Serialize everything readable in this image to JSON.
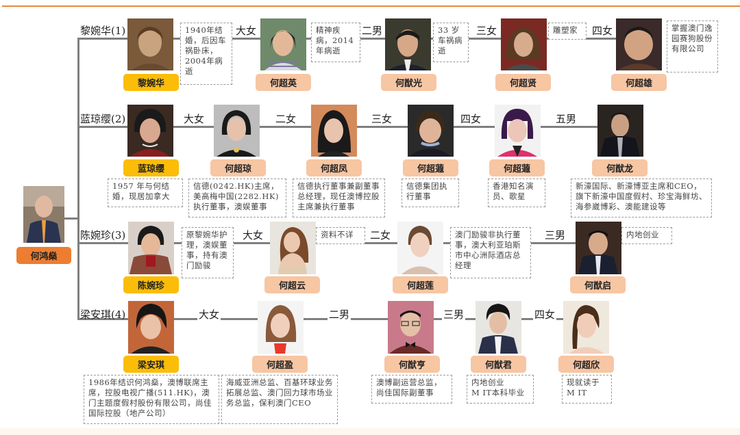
{
  "colors": {
    "accent_bar": "#e8883a",
    "root_tag": "#ed7d31",
    "wife_tag": "#fbbd08",
    "child_tag": "#f7c6a3",
    "connector": "#7f7f7f"
  },
  "root": {
    "name": "何鸿燊"
  },
  "branches": [
    {
      "label": "黎婉华(1)",
      "wife": {
        "name": "黎婉华",
        "note": "1940年结婚，后因车祸卧床，2004年病逝"
      },
      "children": [
        {
          "relation": "大女",
          "name": "何超英",
          "note": "精神疾病，2014年病逝"
        },
        {
          "relation": "二男",
          "name": "何猷光",
          "note": "33 岁车祸病逝"
        },
        {
          "relation": "三女",
          "name": "何超贤",
          "note": "雕塑家"
        },
        {
          "relation": "四女",
          "name": "何超雄",
          "note": "掌握澳门逸园赛狗股份有限公司"
        }
      ]
    },
    {
      "label": "蓝琼缨(2)",
      "wife": {
        "name": "蓝琼缨",
        "note": "1957 年与何结婚，现居加拿大"
      },
      "children": [
        {
          "relation": "大女",
          "name": "何超琼",
          "note": "信德(0242.HK)主席，美高梅中国(2282.HK)执行董事，澳娱董事"
        },
        {
          "relation": "二女",
          "name": "何超凤",
          "note": "信德执行董事兼副董事总经理，现任澳博控股主席兼执行董事"
        },
        {
          "relation": "三女",
          "name": "何超蕸",
          "note": "信德集团执行董事"
        },
        {
          "relation": "四女",
          "name": "何超蕸",
          "note": "香港知名演员、歌星"
        },
        {
          "relation": "五男",
          "name": "何猷龙",
          "note": "新濠国际、新濠博亚主席和CEO，旗下新濠中国度假村、珍宝海鲜坊、海参崴博彩、澳能建设等"
        }
      ]
    },
    {
      "label": "陈婉珍(3)",
      "wife": {
        "name": "陈婉珍",
        "note": "原黎婉华护理，澳娱董事，持有澳门励骏"
      },
      "children": [
        {
          "relation": "大女",
          "name": "何超云",
          "note": "资料不详"
        },
        {
          "relation": "二女",
          "name": "何超莲",
          "note": "澳门励骏非执行董事，澳大利亚珀斯市中心洲际酒店总经理"
        },
        {
          "relation": "三男",
          "name": "何猷启",
          "note": "内地创业"
        }
      ]
    },
    {
      "label": "梁安琪(4)",
      "wife": {
        "name": "梁安琪",
        "note": "1986年结识何鸿燊，澳博联席主席，控股电视广播(511.HK)，澳门主题度假村股份有限公司，尚佳国际控股（地产公司）"
      },
      "children": [
        {
          "relation": "大女",
          "name": "何超盈",
          "note": "海威亚洲总监、百基环球业务拓展总监、澳门回力球市场业务总监，保利澳门CEO"
        },
        {
          "relation": "二男",
          "name": "何猷亨",
          "note": "澳博副运营总监，尚佳国际副董事"
        },
        {
          "relation": "三男",
          "name": "何猷君",
          "note": "内地创业\nM IT本科毕业"
        },
        {
          "relation": "四女",
          "name": "何超欣",
          "note": "现就读于\nM IT"
        }
      ]
    }
  ]
}
